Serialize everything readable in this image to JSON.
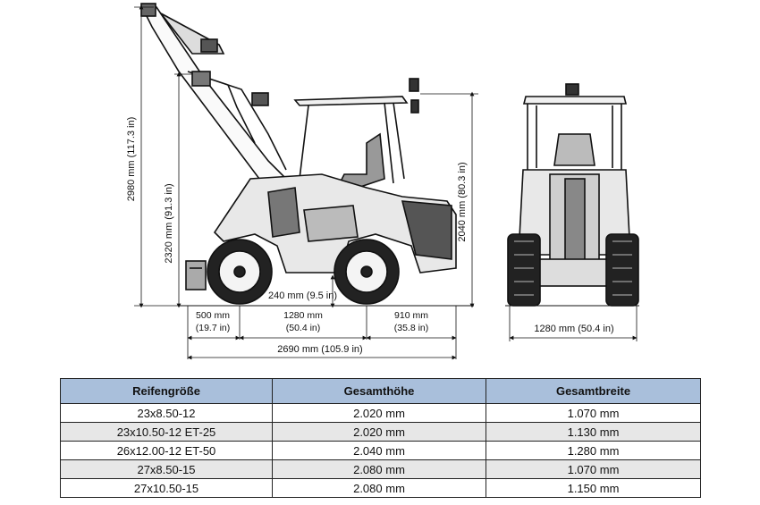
{
  "dimensions": {
    "height_total": "2980 mm (117.3 in)",
    "height_hinge": "2320 mm (91.3 in)",
    "height_cab": "2040 mm (80.3 in)",
    "ground_clearance": "240 mm (9.5 in)",
    "front_overhang": {
      "mm": "500 mm",
      "in": "(19.7 in)"
    },
    "wheelbase": {
      "mm": "1280 mm",
      "in": "(50.4 in)"
    },
    "rear_overhang": {
      "mm": "910 mm",
      "in": "(35.8 in)"
    },
    "total_length": "2690 mm (105.9 in)",
    "width": "1280 mm (50.4 in)"
  },
  "table": {
    "headers": [
      "Reifengröße",
      "Gesamthöhe",
      "Gesamtbreite"
    ],
    "rows": [
      [
        "23x8.50-12",
        "2.020 mm",
        "1.070 mm"
      ],
      [
        "23x10.50-12 ET-25",
        "2.020 mm",
        "1.130 mm"
      ],
      [
        "26x12.00-12 ET-50",
        "2.040 mm",
        "1.280 mm"
      ],
      [
        "27x8.50-15",
        "2.080 mm",
        "1.070 mm"
      ],
      [
        "27x10.50-15",
        "2.080 mm",
        "1.150 mm"
      ]
    ]
  }
}
